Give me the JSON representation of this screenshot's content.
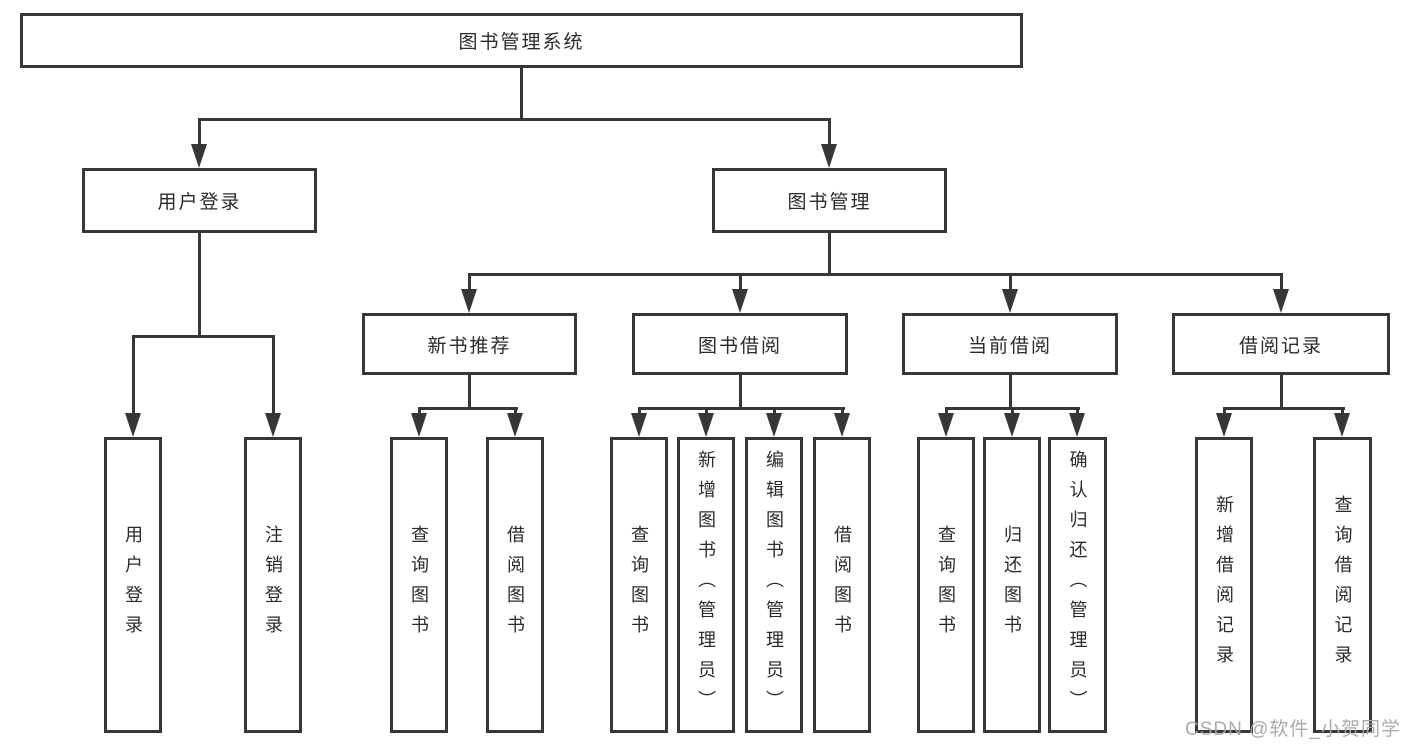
{
  "diagram": {
    "root": {
      "label": "图书管理系统"
    },
    "branches": [
      {
        "label": "用户登录",
        "children": [
          {
            "label": "用户登录"
          },
          {
            "label": "注销登录"
          }
        ]
      },
      {
        "label": "图书管理",
        "sections": [
          {
            "label": "新书推荐",
            "children": [
              {
                "label": "查询图书"
              },
              {
                "label": "借阅图书"
              }
            ]
          },
          {
            "label": "图书借阅",
            "children": [
              {
                "label": "查询图书"
              },
              {
                "label": "新增图书（管理员）"
              },
              {
                "label": "编辑图书（管理员）"
              },
              {
                "label": "借阅图书"
              }
            ]
          },
          {
            "label": "当前借阅",
            "children": [
              {
                "label": "查询图书"
              },
              {
                "label": "归还图书"
              },
              {
                "label": "确认归还（管理员）"
              }
            ]
          },
          {
            "label": "借阅记录",
            "children": [
              {
                "label": "新增借阅记录"
              },
              {
                "label": "查询借阅记录"
              }
            ]
          }
        ]
      }
    ]
  },
  "watermark": {
    "text": "CSDN @软件_小贺同学"
  },
  "colors": {
    "line": "#373737",
    "text": "#2b2b2b",
    "watermark": "#a8a5a5",
    "background": "#ffffff"
  }
}
